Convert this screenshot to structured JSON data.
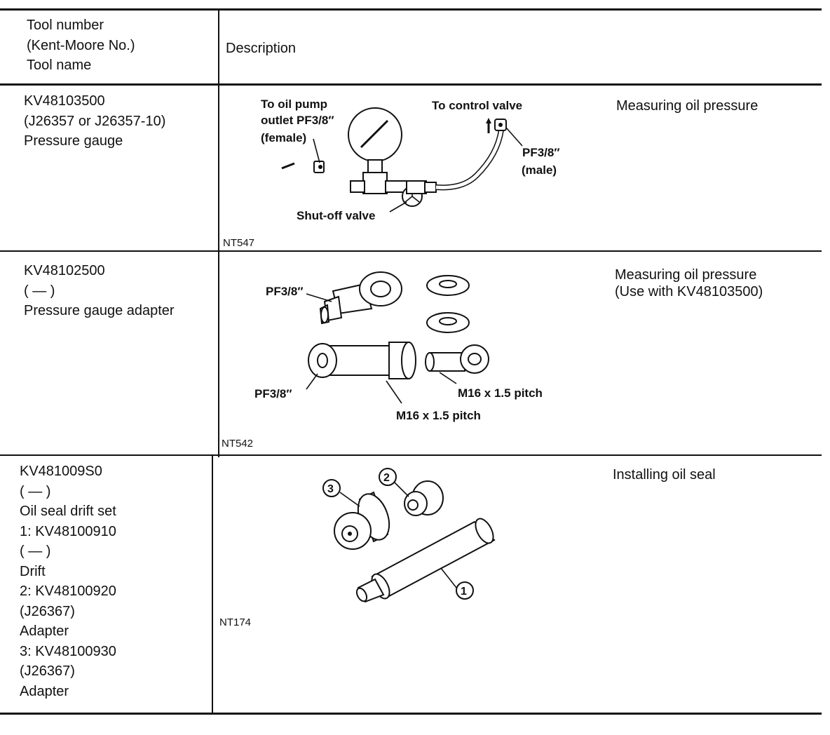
{
  "header": {
    "tool_lines": [
      "Tool number",
      "(Kent-Moore No.)",
      "Tool name"
    ],
    "description": "Description"
  },
  "rows": [
    {
      "tool_lines": [
        "KV48103500",
        "(J26357 or J26357-10)",
        "Pressure gauge"
      ],
      "callouts": {
        "oil_pump_1": "To oil pump",
        "oil_pump_2": "outlet PF3/8″",
        "oil_pump_3": "(female)",
        "control_valve": "To control valve",
        "pf_male_1": "PF3/8″",
        "pf_male_2": "(male)",
        "shutoff": "Shut-off valve"
      },
      "figure_code": "NT547",
      "description": "Measuring oil pressure"
    },
    {
      "tool_lines": [
        "KV48102500",
        "(          —          )",
        "Pressure gauge adapter"
      ],
      "callouts": {
        "pf_top": "PF3/8″",
        "pf_bottom": "PF3/8″",
        "m16_right": "M16 x 1.5 pitch",
        "m16_bottom": "M16 x 1.5 pitch"
      },
      "figure_code": "NT542",
      "description_lines": [
        "Measuring oil pressure",
        "(Use with KV48103500)"
      ]
    },
    {
      "tool_lines": [
        "KV481009S0",
        "(          —          )",
        "Oil seal drift set",
        "1: KV48100910",
        "(          —          )",
        "Drift",
        "2: KV48100920",
        "(J26367)",
        "Adapter",
        "3: KV48100930",
        "(J26367)",
        "Adapter"
      ],
      "callouts": {
        "n1": "1",
        "n2": "2",
        "n3": "3"
      },
      "figure_code": "NT174",
      "description": "Installing oil seal"
    }
  ]
}
